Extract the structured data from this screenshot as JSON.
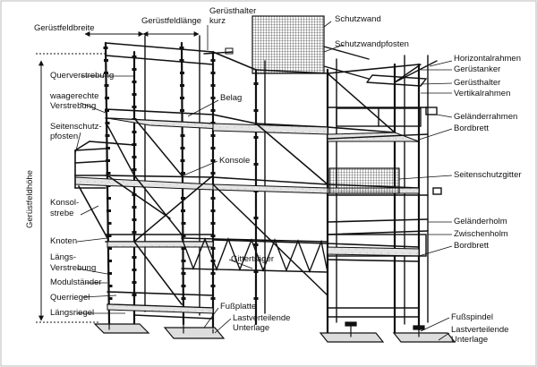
{
  "labels": {
    "geruestfeldbreite": "Gerüstfeldbreite",
    "geruestfeldlaenge": "Gerüstfeldlänge",
    "geruesthalter_kurz_1": "Gerüsthalter",
    "geruesthalter_kurz_2": "kurz",
    "schutzwand": "Schutzwand",
    "schutzwandpfosten": "Schutzwandpfosten",
    "horizontalrahmen": "Horizontalrahmen",
    "geruestanker": "Gerüstanker",
    "geruesthalter": "Gerüsthalter",
    "vertikalrahmen": "Vertikalrahmen",
    "gelaenderrahmen": "Geländerrahmen",
    "bordbrett_oben": "Bordbrett",
    "seitenschutzgitter": "Seitenschutzgitter",
    "gelaenderholm": "Geländerholm",
    "zwischenholm": "Zwischenholm",
    "bordbrett_unten": "Bordbrett",
    "querverstrebung": "Querverstrebung",
    "waagerechte_1": "waagerechte",
    "waagerechte_2": "Verstrebung",
    "seitenschutzpfosten_1": "Seitenschutz-",
    "seitenschutzpfosten_2": "pfosten",
    "belag": "Belag",
    "konsole": "Konsole",
    "konsolstrebe_1": "Konsol-",
    "konsolstrebe_2": "strebe",
    "knoten": "Knoten",
    "laengsverstrebung_1": "Längs-",
    "laengsverstrebung_2": "Verstrebung",
    "modulstaender": "Modulständer",
    "querriegel": "Querriegel",
    "laengsriegel": "Längsriegel",
    "gittertraeger": "Gitterträger",
    "fussplatte": "Fußplatte",
    "lastverteilende_1_l1": "Lastverteilende",
    "lastverteilende_1_l2": "Unterlage",
    "fussspindel": "Fußspindel",
    "lastverteilende_2_l1": "Lastverteilende",
    "lastverteilende_2_l2": "Unterlage",
    "geruestfeldhoehe": "Gerüstfeldhöhe"
  }
}
